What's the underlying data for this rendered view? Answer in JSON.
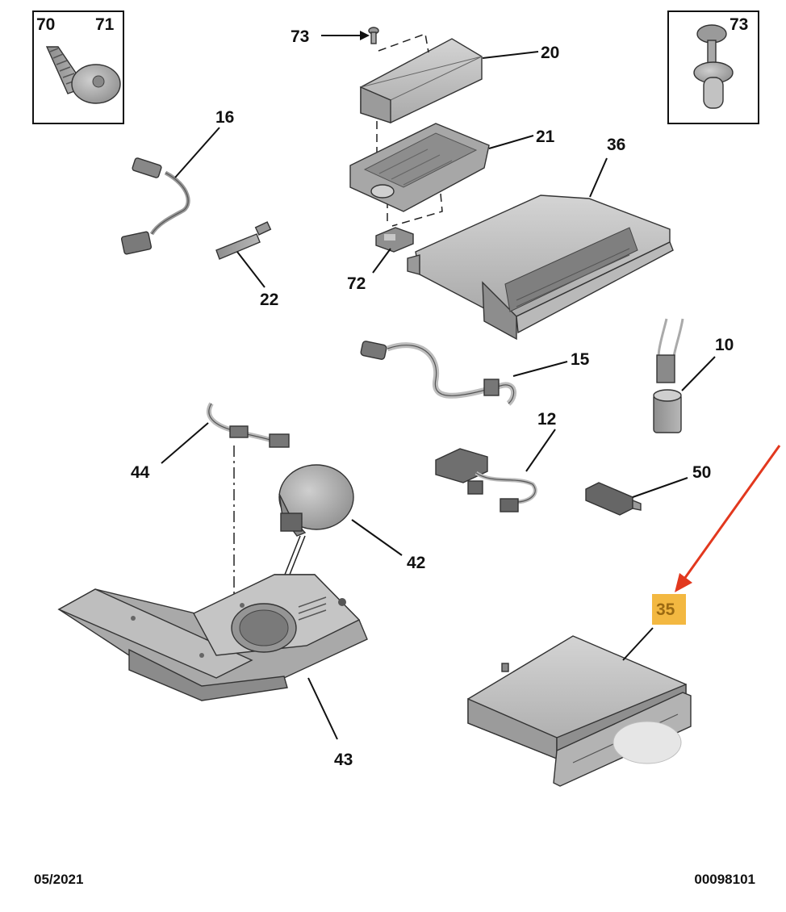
{
  "inset_left": {
    "labels": [
      "70",
      "71"
    ]
  },
  "inset_right": {
    "labels": [
      "73"
    ]
  },
  "callouts": {
    "c73": "73",
    "c20": "20",
    "c16": "16",
    "c21": "21",
    "c36": "36",
    "c22": "22",
    "c72": "72",
    "c15": "15",
    "c10": "10",
    "c12": "12",
    "c44": "44",
    "c50": "50",
    "c42": "42",
    "c35": "35",
    "c43": "43"
  },
  "highlight": {
    "part": "35",
    "color": "#f3b841",
    "arrow_color": "#e2381e"
  },
  "footer": {
    "date": "05/2021",
    "reference": "00098101"
  }
}
